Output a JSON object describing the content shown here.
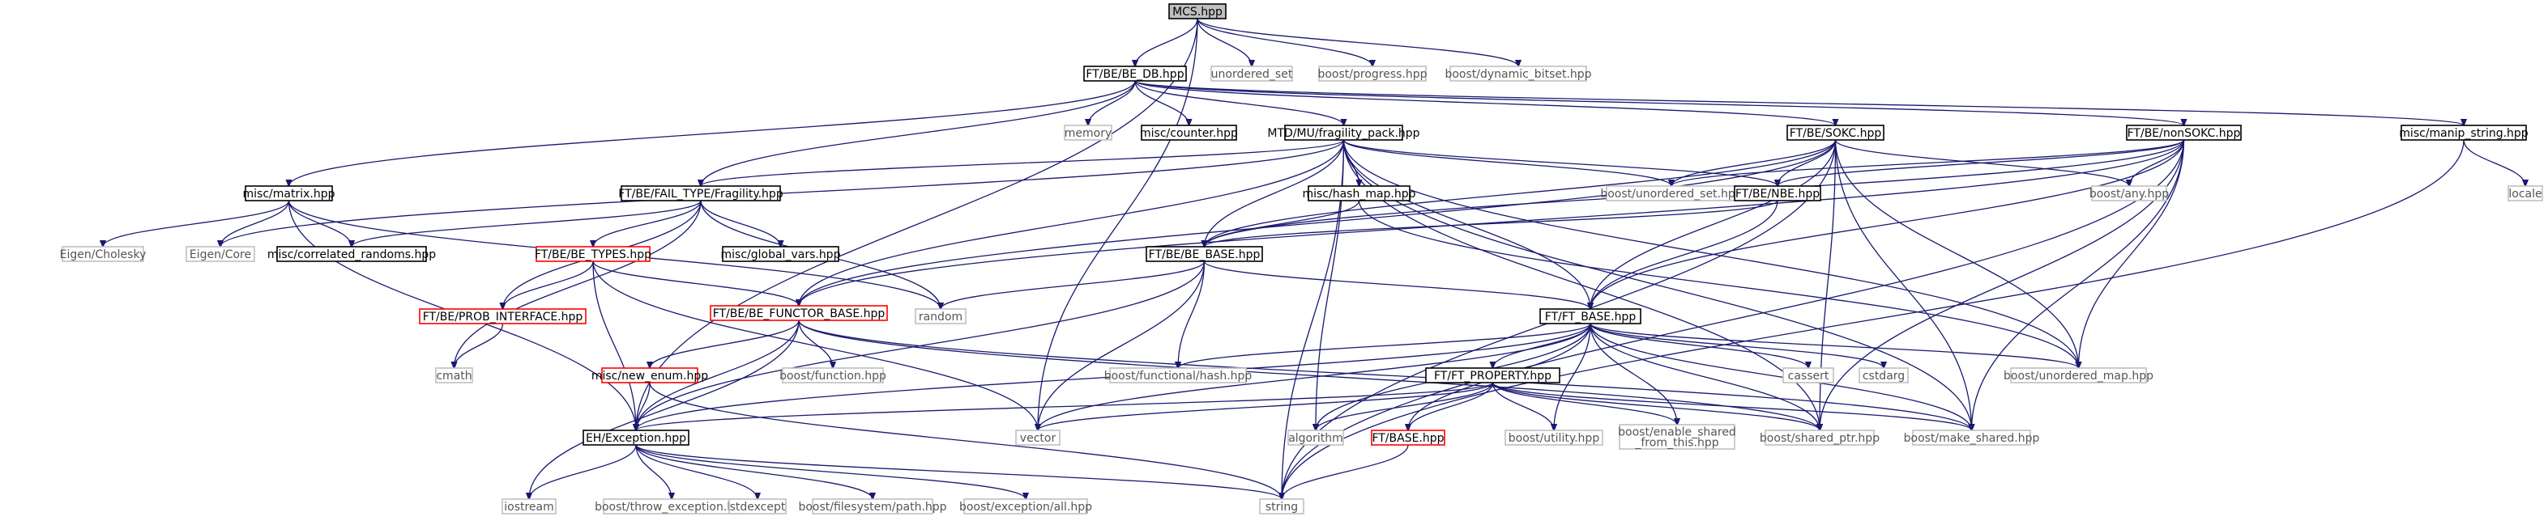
{
  "graph": {
    "colors": {
      "edge": "#191970",
      "root_fill": "#bfbfbf",
      "local_border": "#000000",
      "system_border": "#bfbfbf",
      "truncated_border": "#ff0000"
    },
    "nodes": [
      {
        "id": "mcs",
        "label": "MCS.hpp",
        "kind": "root"
      },
      {
        "id": "be_db",
        "label": "FT/BE/BE_DB.hpp",
        "kind": "local"
      },
      {
        "id": "unordered_set",
        "label": "unordered_set",
        "kind": "system"
      },
      {
        "id": "boost_progress",
        "label": "boost/progress.hpp",
        "kind": "system"
      },
      {
        "id": "boost_dynbitset",
        "label": "boost/dynamic_bitset.hpp",
        "kind": "system"
      },
      {
        "id": "memory",
        "label": "memory",
        "kind": "system"
      },
      {
        "id": "misc_counter",
        "label": "misc/counter.hpp",
        "kind": "local"
      },
      {
        "id": "fragility_pack",
        "label": "MTD/MU/fragility_pack.hpp",
        "kind": "local"
      },
      {
        "id": "sokc",
        "label": "FT/BE/SOKC.hpp",
        "kind": "local"
      },
      {
        "id": "nonsokc",
        "label": "FT/BE/nonSOKC.hpp",
        "kind": "local"
      },
      {
        "id": "manip_string",
        "label": "misc/manip_string.hpp",
        "kind": "local"
      },
      {
        "id": "locale",
        "label": "locale",
        "kind": "system"
      },
      {
        "id": "misc_matrix",
        "label": "misc/matrix.hpp",
        "kind": "local"
      },
      {
        "id": "fragility",
        "label": "FT/BE/FAIL_TYPE/Fragility.hpp",
        "kind": "local"
      },
      {
        "id": "boost_uset",
        "label": "boost/unordered_set.hpp",
        "kind": "system"
      },
      {
        "id": "nbe",
        "label": "FT/BE/NBE.hpp",
        "kind": "local"
      },
      {
        "id": "boost_any",
        "label": "boost/any.hpp",
        "kind": "system"
      },
      {
        "id": "hash_map",
        "label": "misc/hash_map.hpp",
        "kind": "local"
      },
      {
        "id": "eigen_chol",
        "label": "Eigen/Cholesky",
        "kind": "system"
      },
      {
        "id": "eigen_core",
        "label": "Eigen/Core",
        "kind": "system"
      },
      {
        "id": "corr_randoms",
        "label": "misc/correlated_randoms.hpp",
        "kind": "local"
      },
      {
        "id": "global_vars",
        "label": "misc/global_vars.hpp",
        "kind": "local"
      },
      {
        "id": "be_base",
        "label": "FT/BE/BE_BASE.hpp",
        "kind": "local"
      },
      {
        "id": "be_types",
        "label": "FT/BE/BE_TYPES.hpp",
        "kind": "truncated"
      },
      {
        "id": "be_functor",
        "label": "FT/BE/BE_FUNCTOR_BASE.hpp",
        "kind": "truncated"
      },
      {
        "id": "random",
        "label": "random",
        "kind": "system"
      },
      {
        "id": "ft_base",
        "label": "FT/FT_BASE.hpp",
        "kind": "local"
      },
      {
        "id": "prob_iface",
        "label": "FT/BE/PROB_INTERFACE.hpp",
        "kind": "truncated"
      },
      {
        "id": "cmath",
        "label": "cmath",
        "kind": "system"
      },
      {
        "id": "new_enum",
        "label": "misc/new_enum.hpp",
        "kind": "truncated"
      },
      {
        "id": "boost_function",
        "label": "boost/function.hpp",
        "kind": "system"
      },
      {
        "id": "boost_fhash",
        "label": "boost/functional/hash.hpp",
        "kind": "system"
      },
      {
        "id": "ft_property",
        "label": "FT/FT_PROPERTY.hpp",
        "kind": "local"
      },
      {
        "id": "cassert",
        "label": "cassert",
        "kind": "system"
      },
      {
        "id": "cstdarg",
        "label": "cstdarg",
        "kind": "system"
      },
      {
        "id": "boost_umap",
        "label": "boost/unordered_map.hpp",
        "kind": "system"
      },
      {
        "id": "eh_exception",
        "label": "EH/Exception.hpp",
        "kind": "local"
      },
      {
        "id": "vector",
        "label": "vector",
        "kind": "system"
      },
      {
        "id": "algorithm",
        "label": "algorithm",
        "kind": "system"
      },
      {
        "id": "ft_base_h",
        "label": "FT/BASE.hpp",
        "kind": "truncated"
      },
      {
        "id": "boost_utility",
        "label": "boost/utility.hpp",
        "kind": "system"
      },
      {
        "id": "boost_esft",
        "label": "boost/enable_shared\n_from_this.hpp",
        "kind": "system"
      },
      {
        "id": "boost_sptr",
        "label": "boost/shared_ptr.hpp",
        "kind": "system"
      },
      {
        "id": "boost_mks",
        "label": "boost/make_shared.hpp",
        "kind": "system"
      },
      {
        "id": "iostream",
        "label": "iostream",
        "kind": "system"
      },
      {
        "id": "boost_throw",
        "label": "boost/throw_exception.hpp",
        "kind": "system"
      },
      {
        "id": "stdexcept",
        "label": "stdexcept",
        "kind": "system"
      },
      {
        "id": "boost_fspath",
        "label": "boost/filesystem/path.hpp",
        "kind": "system"
      },
      {
        "id": "boost_excall",
        "label": "boost/exception/all.hpp",
        "kind": "system"
      },
      {
        "id": "string",
        "label": "string",
        "kind": "system"
      }
    ],
    "edges": [
      [
        "mcs",
        "be_db"
      ],
      [
        "mcs",
        "unordered_set"
      ],
      [
        "mcs",
        "boost_progress"
      ],
      [
        "mcs",
        "boost_dynbitset"
      ],
      [
        "mcs",
        "eh_exception"
      ],
      [
        "mcs",
        "vector"
      ],
      [
        "be_db",
        "memory"
      ],
      [
        "be_db",
        "misc_counter"
      ],
      [
        "be_db",
        "fragility_pack"
      ],
      [
        "be_db",
        "sokc"
      ],
      [
        "be_db",
        "nonsokc"
      ],
      [
        "be_db",
        "manip_string"
      ],
      [
        "be_db",
        "misc_matrix"
      ],
      [
        "be_db",
        "fragility"
      ],
      [
        "manip_string",
        "locale"
      ],
      [
        "manip_string",
        "string"
      ],
      [
        "fragility_pack",
        "fragility"
      ],
      [
        "fragility_pack",
        "boost_uset"
      ],
      [
        "fragility_pack",
        "nbe"
      ],
      [
        "fragility_pack",
        "hash_map"
      ],
      [
        "fragility_pack",
        "be_base"
      ],
      [
        "fragility_pack",
        "be_functor"
      ],
      [
        "fragility_pack",
        "ft_base"
      ],
      [
        "fragility_pack",
        "eigen_core"
      ],
      [
        "fragility_pack",
        "boost_umap"
      ],
      [
        "fragility_pack",
        "string"
      ],
      [
        "fragility_pack",
        "algorithm"
      ],
      [
        "fragility_pack",
        "boost_sptr"
      ],
      [
        "fragility_pack",
        "boost_mks"
      ],
      [
        "sokc",
        "boost_uset"
      ],
      [
        "sokc",
        "nbe"
      ],
      [
        "sokc",
        "be_base"
      ],
      [
        "sokc",
        "boost_any"
      ],
      [
        "sokc",
        "ft_base"
      ],
      [
        "sokc",
        "be_functor"
      ],
      [
        "sokc",
        "boost_umap"
      ],
      [
        "sokc",
        "boost_sptr"
      ],
      [
        "sokc",
        "boost_mks"
      ],
      [
        "sokc",
        "string"
      ],
      [
        "nonsokc",
        "boost_uset"
      ],
      [
        "nonsokc",
        "nbe"
      ],
      [
        "nonsokc",
        "be_base"
      ],
      [
        "nonsokc",
        "boost_any"
      ],
      [
        "nonsokc",
        "ft_base"
      ],
      [
        "nonsokc",
        "be_functor"
      ],
      [
        "nonsokc",
        "boost_umap"
      ],
      [
        "nonsokc",
        "boost_sptr"
      ],
      [
        "nonsokc",
        "boost_mks"
      ],
      [
        "nonsokc",
        "string"
      ],
      [
        "misc_matrix",
        "eigen_chol"
      ],
      [
        "misc_matrix",
        "eigen_core"
      ],
      [
        "misc_matrix",
        "corr_randoms"
      ],
      [
        "misc_matrix",
        "random"
      ],
      [
        "misc_matrix",
        "eh_exception"
      ],
      [
        "fragility",
        "global_vars"
      ],
      [
        "fragility",
        "corr_randoms"
      ],
      [
        "fragility",
        "be_types"
      ],
      [
        "fragility",
        "prob_iface"
      ],
      [
        "fragility",
        "cmath"
      ],
      [
        "fragility",
        "random"
      ],
      [
        "hash_map",
        "be_base"
      ],
      [
        "hash_map",
        "boost_umap"
      ],
      [
        "nbe",
        "be_base"
      ],
      [
        "nbe",
        "ft_base"
      ],
      [
        "be_base",
        "random"
      ],
      [
        "be_base",
        "ft_base"
      ],
      [
        "be_base",
        "boost_fhash"
      ],
      [
        "be_base",
        "vector"
      ],
      [
        "be_base",
        "eh_exception"
      ],
      [
        "be_types",
        "prob_iface"
      ],
      [
        "be_types",
        "be_functor"
      ],
      [
        "be_types",
        "eh_exception"
      ],
      [
        "be_types",
        "vector"
      ],
      [
        "prob_iface",
        "cmath"
      ],
      [
        "be_functor",
        "new_enum"
      ],
      [
        "be_functor",
        "boost_function"
      ],
      [
        "be_functor",
        "eh_exception"
      ],
      [
        "be_functor",
        "iostream"
      ],
      [
        "be_functor",
        "boost_sptr"
      ],
      [
        "be_functor",
        "boost_mks"
      ],
      [
        "new_enum",
        "eh_exception"
      ],
      [
        "new_enum",
        "string"
      ],
      [
        "ft_base",
        "ft_property"
      ],
      [
        "ft_base",
        "cassert"
      ],
      [
        "ft_base",
        "cstdarg"
      ],
      [
        "ft_base",
        "boost_umap"
      ],
      [
        "ft_base",
        "boost_fhash"
      ],
      [
        "ft_base",
        "algorithm"
      ],
      [
        "ft_base",
        "ft_base_h"
      ],
      [
        "ft_base",
        "boost_utility"
      ],
      [
        "ft_base",
        "boost_esft"
      ],
      [
        "ft_base",
        "boost_sptr"
      ],
      [
        "ft_base",
        "boost_mks"
      ],
      [
        "ft_base",
        "vector"
      ],
      [
        "ft_base",
        "eh_exception"
      ],
      [
        "ft_property",
        "eh_exception"
      ],
      [
        "ft_property",
        "vector"
      ],
      [
        "ft_property",
        "algorithm"
      ],
      [
        "ft_property",
        "ft_base_h"
      ],
      [
        "ft_property",
        "boost_utility"
      ],
      [
        "ft_property",
        "boost_esft"
      ],
      [
        "ft_property",
        "boost_sptr"
      ],
      [
        "ft_property",
        "boost_mks"
      ],
      [
        "ft_base_h",
        "string"
      ],
      [
        "eh_exception",
        "iostream"
      ],
      [
        "eh_exception",
        "boost_throw"
      ],
      [
        "eh_exception",
        "stdexcept"
      ],
      [
        "eh_exception",
        "boost_fspath"
      ],
      [
        "eh_exception",
        "boost_excall"
      ],
      [
        "eh_exception",
        "string"
      ]
    ]
  }
}
